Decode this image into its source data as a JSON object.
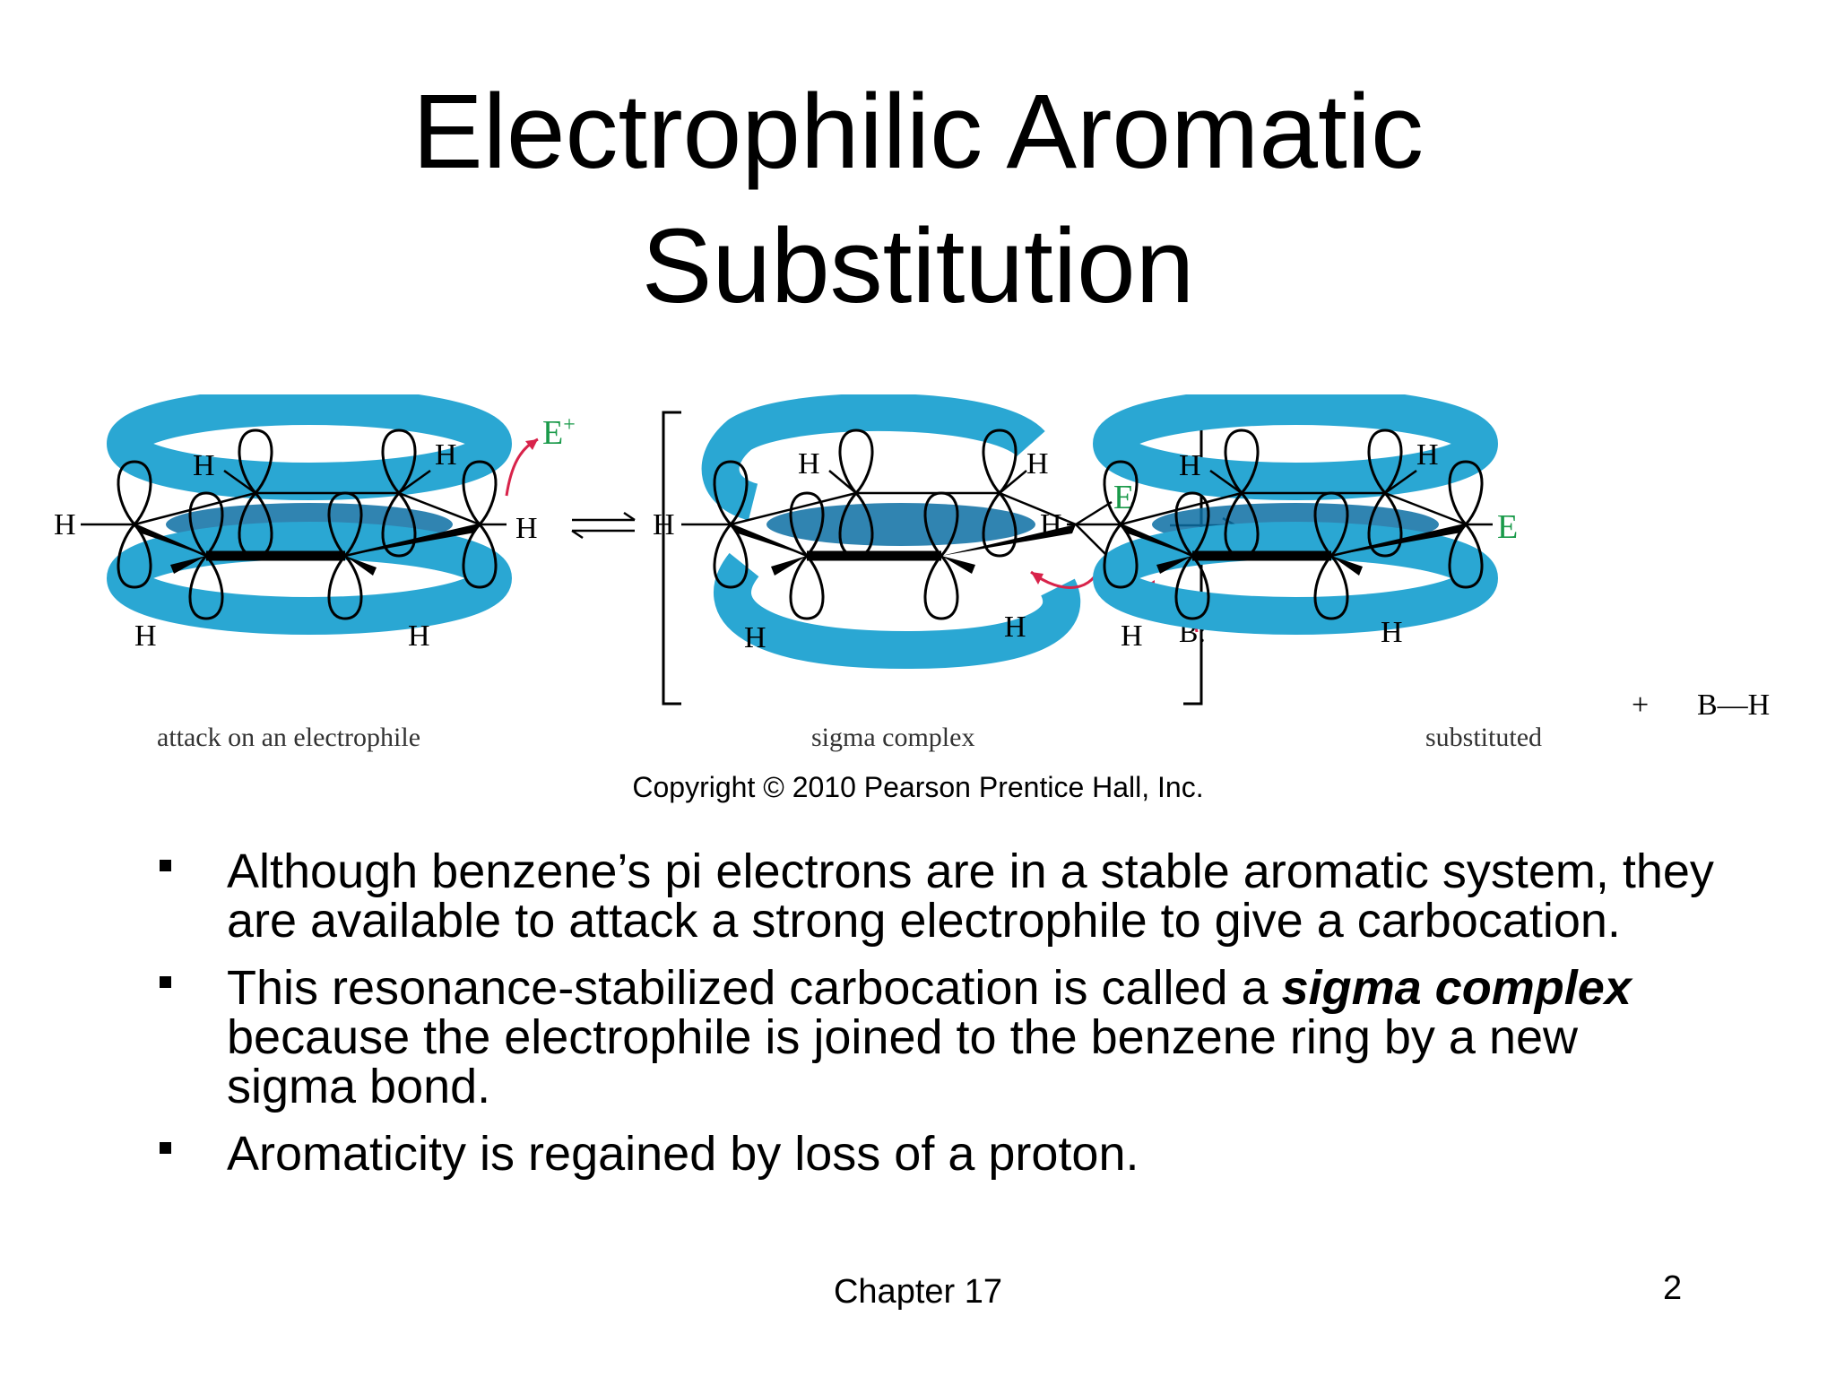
{
  "slide": {
    "title_line1": "Electrophilic Aromatic",
    "title_line2": "Substitution",
    "copyright": "Copyright © 2010 Pearson Prentice Hall, Inc.",
    "footer": "Chapter 17",
    "page_number": "2"
  },
  "figure": {
    "panel1_caption": "attack on an electrophile",
    "panel2_caption": "sigma complex",
    "panel3_caption": "substituted",
    "h": "H",
    "e": "E",
    "electrophile": "E",
    "plus": "+",
    "base": "B:",
    "minus": "−",
    "byproduct": "B—H",
    "colors": {
      "ring": "#2aa7d3",
      "ring_dark": "#0c6fa3",
      "green": "#1a9a4a",
      "red_arrow": "#d8234a"
    }
  },
  "bullets": [
    {
      "text": "Although benzene’s pi electrons are in a stable aromatic system, they are available to attack a strong electrophile to give a carbocation."
    },
    {
      "before": "This resonance-stabilized carbocation is called a ",
      "emph": "sigma complex",
      "after": " because the electrophile is joined to the benzene ring by a new sigma bond."
    },
    {
      "text": "Aromaticity is regained by loss of a proton."
    }
  ]
}
